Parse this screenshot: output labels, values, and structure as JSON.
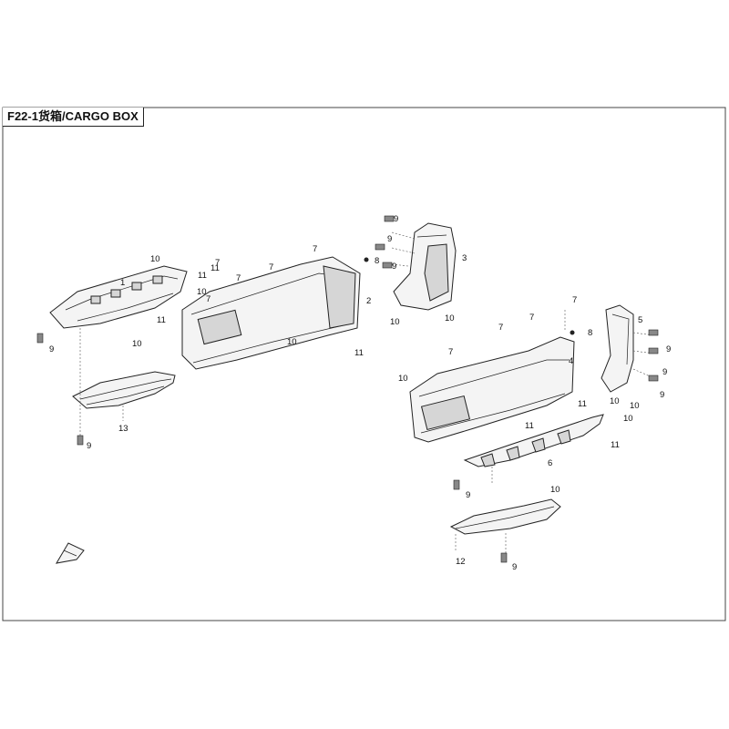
{
  "diagram": {
    "title": "F22-1货箱/CARGO BOX",
    "callouts": {
      "c1": "1",
      "c2": "2",
      "c3": "3",
      "c4": "4",
      "c5": "5",
      "c6": "6",
      "c12": "12",
      "c13": "13",
      "c7a": "7",
      "c7b": "7",
      "c7c": "7",
      "c7d": "7",
      "c7e": "7",
      "c7f": "7",
      "c7g": "7",
      "c7h": "7",
      "c7i": "7",
      "c8a": "8",
      "c8b": "8",
      "c9a": "9",
      "c9b": "9",
      "c9c": "9",
      "c9d": "9",
      "c9e": "9",
      "c9f": "9",
      "c9g": "9",
      "c9h": "9",
      "c9i": "9",
      "c9j": "9",
      "c10a": "10",
      "c10b": "10",
      "c10c": "10",
      "c10d": "10",
      "c10e": "10",
      "c10f": "10",
      "c10g": "10",
      "c10h": "10",
      "c10i": "10",
      "c10j": "10",
      "c10k": "10",
      "c11a": "11",
      "c11b": "11",
      "c11c": "11",
      "c11d": "11",
      "c11e": "11",
      "c11f": "11",
      "c11g": "11"
    }
  }
}
